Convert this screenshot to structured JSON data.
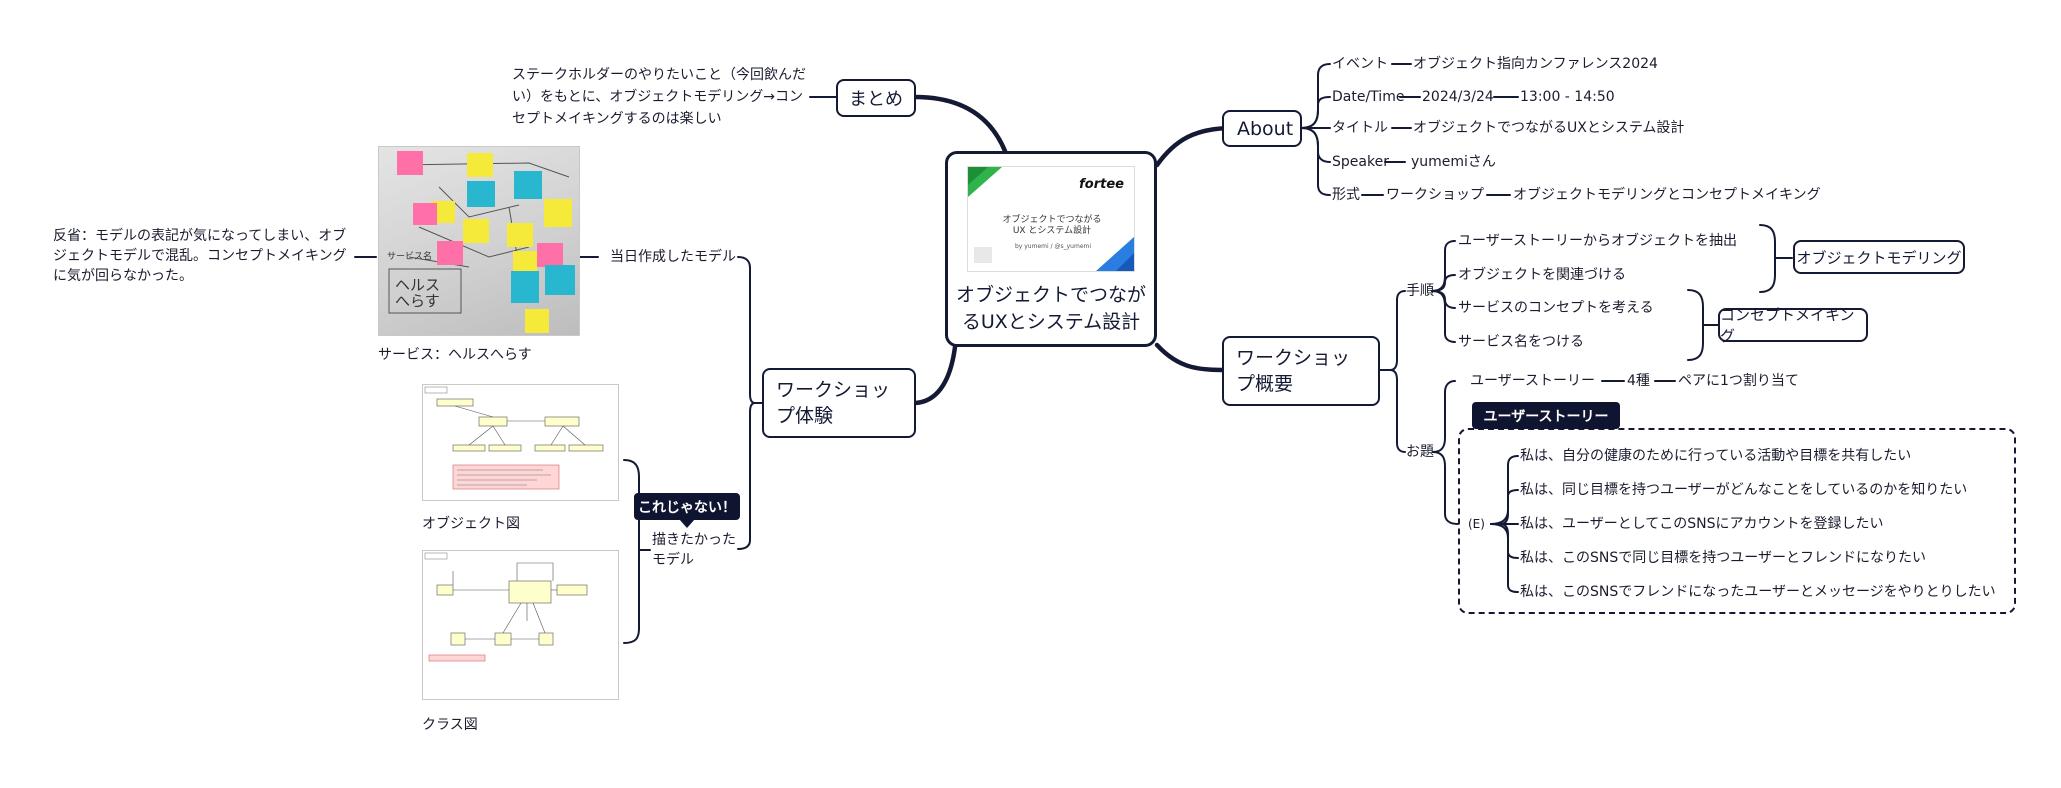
{
  "center": {
    "title": "オブジェクトでつながるUXとシステム設計",
    "slide_brand": "fortee",
    "slide_title": "オブジェクトでつながるUX とシステム設計",
    "slide_author": "by yumemi / @s_yumemi"
  },
  "about": {
    "label": "About",
    "rows": [
      {
        "key": "イベント",
        "value": "オブジェクト指向カンファレンス2024"
      },
      {
        "key": "Date/Time",
        "value": "2024/3/24",
        "extra": "13:00 - 14:50"
      },
      {
        "key": "タイトル",
        "value": "オブジェクトでつながるUXとシステム設計"
      },
      {
        "key": "Speaker",
        "value": "yumemiさん"
      },
      {
        "key": "形式",
        "value": "ワークショップ",
        "extra": "オブジェクトモデリングとコンセプトメイキング"
      }
    ]
  },
  "overview": {
    "label": "ワークショップ概要",
    "steps_label": "手順",
    "steps": [
      "ユーザーストーリーからオブジェクトを抽出",
      "オブジェクトを関連づける",
      "サービスのコンセプトを考える",
      "サービス名をつける"
    ],
    "modeling_label": "オブジェクトモデリング",
    "concept_label": "コンセプトメイキング",
    "topic_label": "お題",
    "story_label": "ユーザーストーリー",
    "story_count": "4種",
    "story_assign": "ペアに1つ割り当て",
    "story_tag": "ユーザーストーリー",
    "e_label": "(E)",
    "stories": [
      "私は、自分の健康のために行っている活動や目標を共有したい",
      "私は、同じ目標を持つユーザーがどんなことをしているのかを知りたい",
      "私は、ユーザーとしてこのSNSにアカウントを登録したい",
      "私は、このSNSで同じ目標を持つユーザーとフレンドになりたい",
      "私は、このSNSでフレンドになったユーザーとメッセージをやりとりしたい"
    ]
  },
  "summary": {
    "label": "まとめ",
    "note": "ステークホルダーのやりたいこと（今回飲んだい）をもとに、オブジェクトモデリング→コンセプトメイキングするのは楽しい"
  },
  "workshop": {
    "label": "ワークショップ体験",
    "made_label": "当日作成したモデル",
    "reflection": "反省：モデルの表記が気になってしまい、オブジェクトモデルで混乱。コンセプトメイキングに気が回らなかった。",
    "service_caption": "サービス：ヘルスへらす",
    "photo_handwriting": "ヘルスへらす",
    "photo_handwriting_small": "サービス名",
    "wanted_label": "描きたかったモデル",
    "callout": "これじゃない！",
    "object_caption": "オブジェクト図",
    "class_caption": "クラス図"
  },
  "colors": {
    "ink": "#141a33",
    "sticky_pink": "#ff6fa8",
    "sticky_yellow": "#f5ea3a",
    "sticky_cyan": "#29b7cf",
    "slide_green": "#2fb34a",
    "slide_blue": "#2a7de1"
  }
}
